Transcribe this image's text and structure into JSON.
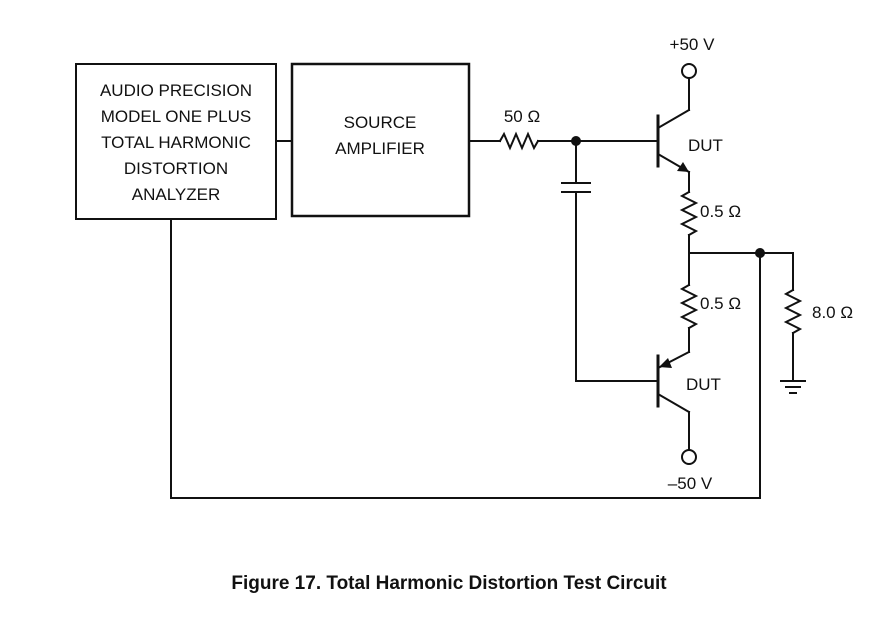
{
  "analyzer": {
    "lines": [
      "AUDIO PRECISION",
      "MODEL ONE PLUS",
      "TOTAL HARMONIC",
      "DISTORTION",
      "ANALYZER"
    ]
  },
  "amplifier": {
    "lines": [
      "SOURCE",
      "AMPLIFIER"
    ]
  },
  "input_resistor": "50 Ω",
  "upper_supply": "+50 V",
  "lower_supply": "–50 V",
  "upper_transistor": "DUT",
  "lower_transistor": "DUT",
  "upper_emitter_resistor": "0.5 Ω",
  "lower_emitter_resistor": "0.5 Ω",
  "load_resistor": "8.0 Ω",
  "caption": "Figure 17. Total Harmonic Distortion Test Circuit"
}
